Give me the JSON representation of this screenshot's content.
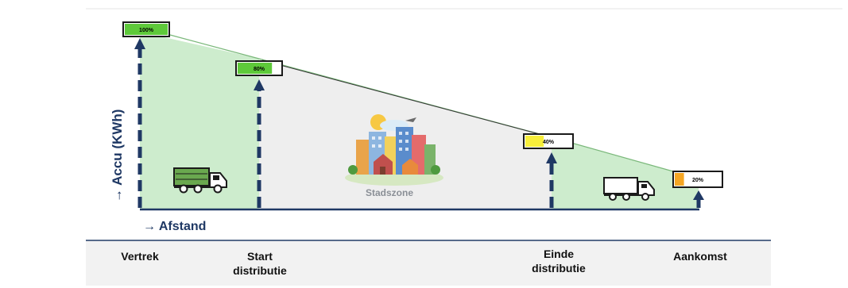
{
  "axes": {
    "y_label": "→ Accu (KWh)",
    "x_label": "→ Afstand"
  },
  "zone": {
    "label": "Stadszone"
  },
  "checkpoints": [
    {
      "id": "vertrek",
      "battery_label": "100%",
      "battery_fraction": 1.0,
      "fill_color": "#5ec93a",
      "stage_label": "Vertrek"
    },
    {
      "id": "start",
      "battery_label": "80%",
      "battery_fraction": 0.8,
      "fill_color": "#5ec93a",
      "stage_label": "Start\ndistributie"
    },
    {
      "id": "einde",
      "battery_label": "40%",
      "battery_fraction": 0.4,
      "fill_color": "#f7ee3b",
      "stage_label": "Einde\ndistributie"
    },
    {
      "id": "aankomst",
      "battery_label": "20%",
      "battery_fraction": 0.2,
      "fill_color": "#f5a623",
      "stage_label": "Aankomst"
    }
  ],
  "colors": {
    "axis": "#1f3864",
    "charge_zone": "#cdeccd",
    "city_zone": "#efefef",
    "truck_loaded": "#6aa84f",
    "truck_empty": "#ffffff"
  },
  "icons": {
    "truck_start": "loaded-truck-icon",
    "truck_end": "empty-truck-icon",
    "city": "city-skyline-icon"
  }
}
